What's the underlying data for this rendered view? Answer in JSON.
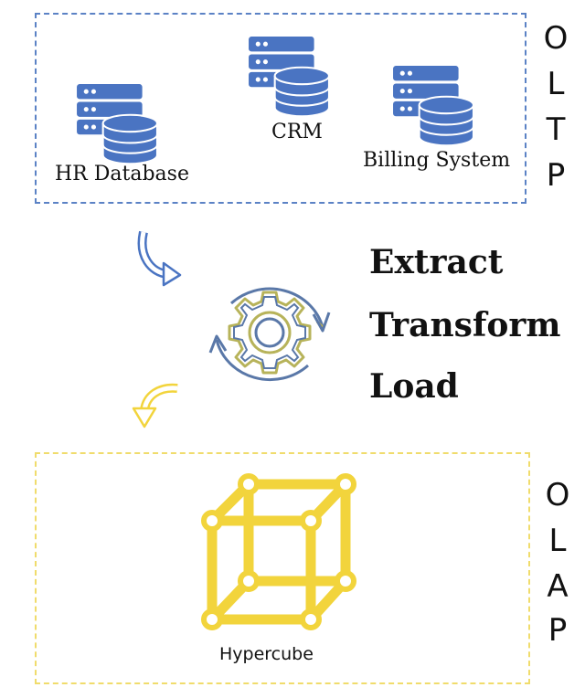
{
  "oltp": {
    "letters": [
      "O",
      "L",
      "T",
      "P"
    ],
    "databases": [
      {
        "label": "HR Database",
        "icon": "database-server-icon"
      },
      {
        "label": "CRM",
        "icon": "database-server-icon"
      },
      {
        "label": "Billing System",
        "icon": "database-server-icon"
      }
    ]
  },
  "etl": {
    "steps": [
      "Extract",
      "Transform",
      "Load"
    ],
    "icon": "gear-cycle-icon"
  },
  "olap": {
    "letters": [
      "O",
      "L",
      "A",
      "P"
    ],
    "cube_label": "Hypercube",
    "icon": "hypercube-icon"
  },
  "colors": {
    "oltp_blue": "#4a74c2",
    "olap_yellow": "#f2d43c",
    "gear_gray": "#8a94a6"
  }
}
